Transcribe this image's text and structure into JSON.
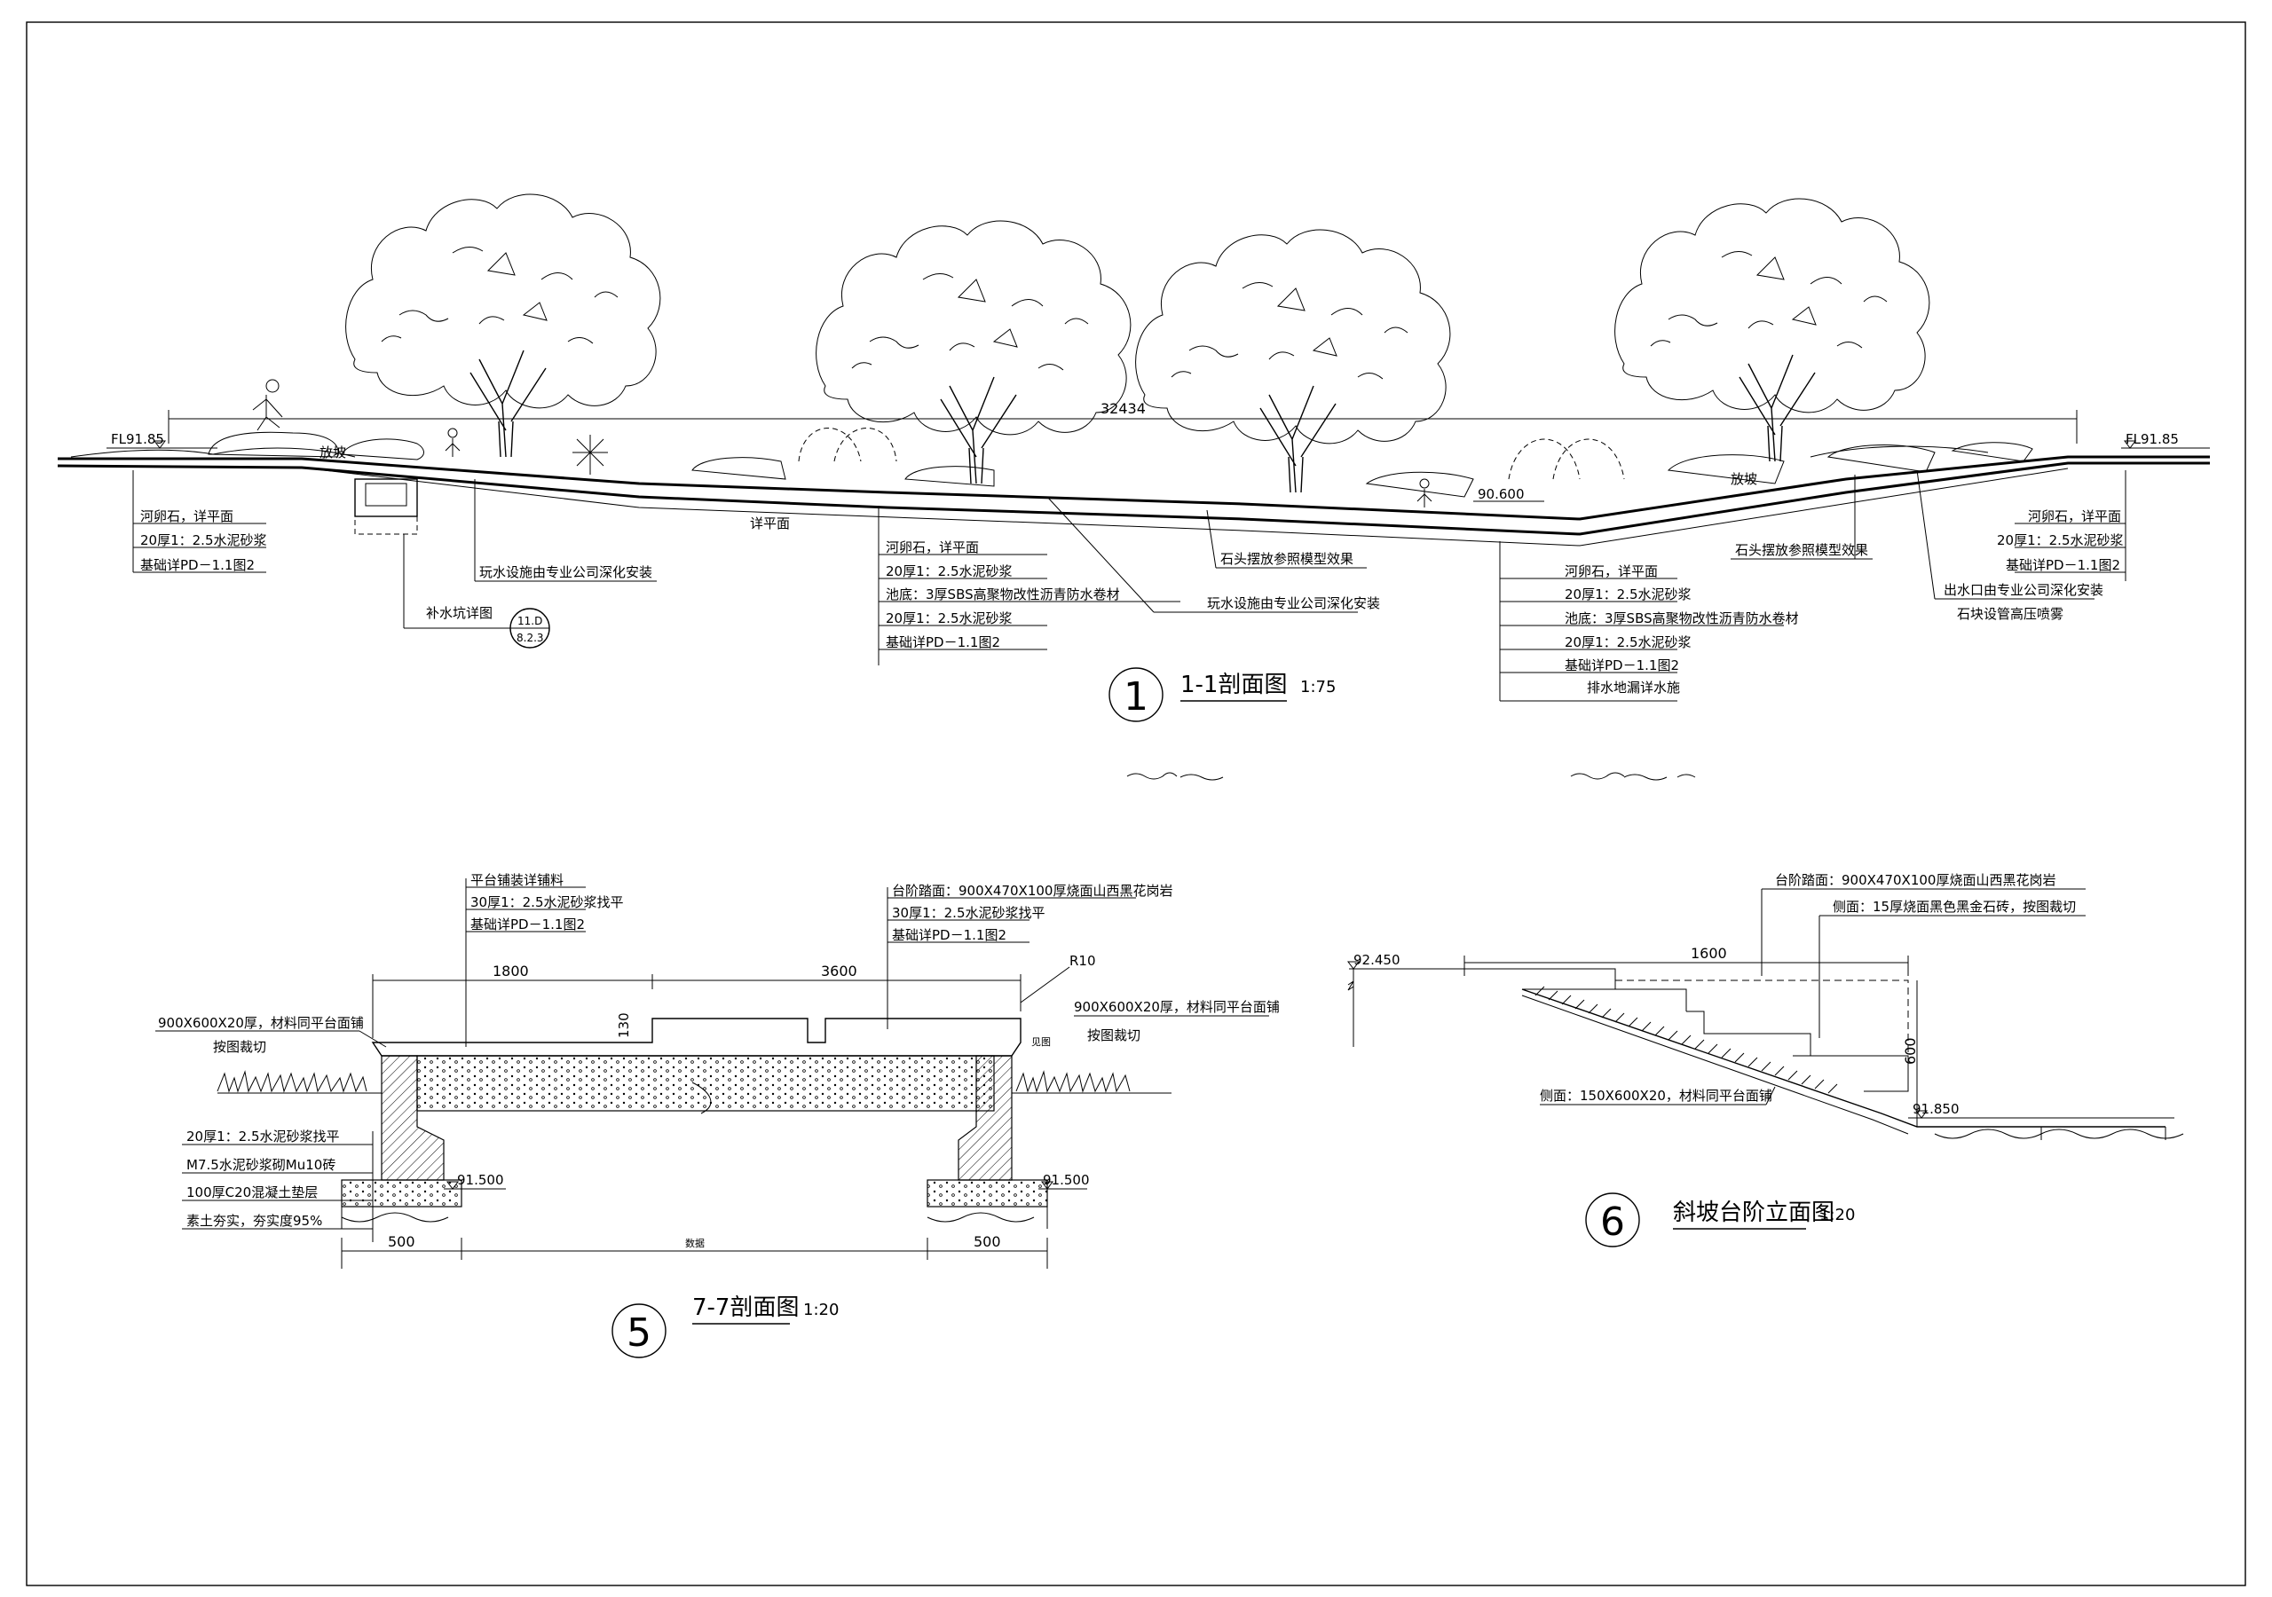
{
  "section1": {
    "number": "1",
    "title": "1-1剖面图",
    "scale": "1:75",
    "dim_total": "32434",
    "level_left": "FL91.85",
    "level_right": "FL91.85",
    "level_mid": "90.600",
    "label_slope_left": "放坡",
    "label_slope_right": "放坡",
    "label_detail_plan": "详平面",
    "notes_left": [
      "河卵石，详平面",
      "20厚1：2.5水泥砂浆",
      "基础详PD－1.1图2"
    ],
    "note_play_left": "玩水设施由专业公司深化安装",
    "note_pit": "补水坑详图",
    "pit_ref_top": "11.D",
    "pit_ref_bottom": "8.2.3",
    "notes_center": [
      "河卵石，详平面",
      "20厚1：2.5水泥砂浆",
      "池底：3厚SBS高聚物改性沥青防水卷材",
      "20厚1：2.5水泥砂浆",
      "基础详PD－1.1图2"
    ],
    "note_stone_center": "石头摆放参照模型效果",
    "note_play_center": "玩水设施由专业公司深化安装",
    "notes_right_center": [
      "河卵石，详平面",
      "20厚1：2.5水泥砂浆",
      "池底：3厚SBS高聚物改性沥青防水卷材",
      "20厚1：2.5水泥砂浆",
      "基础详PD－1.1图2",
      "排水地漏详水施"
    ],
    "note_stone_right": "石头摆放参照模型效果",
    "notes_right": [
      "河卵石，详平面",
      "20厚1：2.5水泥砂浆",
      "基础详PD－1.1图2"
    ],
    "note_outlet": "出水口由专业公司深化安装",
    "note_spray": "石块设管高压喷雾"
  },
  "section5": {
    "number": "5",
    "title": "7-7剖面图",
    "scale": "1:20",
    "dim_top_left": "1800",
    "dim_top_right": "3600",
    "dim_radius": "R10",
    "dim_130": "130",
    "dim_bottom_left": "500",
    "dim_bottom_right": "500",
    "dim_bottom_mid": "数据",
    "level_left": "91.500",
    "level_right": "91.500",
    "notes_top_left": [
      "平台铺装详铺料",
      "30厚1：2.5水泥砂浆找平",
      "基础详PD－1.1图2"
    ],
    "notes_top_right": [
      "台阶踏面：900X470X100厚烧面山西黑花岗岩",
      "30厚1：2.5水泥砂浆找平",
      "基础详PD－1.1图2"
    ],
    "note_left_a": "900X600X20厚，材料同平台面铺",
    "note_left_b": "按图裁切",
    "note_right_a": "900X600X20厚，材料同平台面铺",
    "note_right_b": "按图裁切",
    "note_right_small": "见图",
    "notes_left_bottom": [
      "20厚1：2.5水泥砂浆找平",
      "M7.5水泥砂浆砌Mu10砖",
      "100厚C20混凝土垫层",
      "素土夯实，夯实度95%"
    ]
  },
  "section6": {
    "number": "6",
    "title": "斜坡台阶立面图",
    "scale": "1:20",
    "level_top": "92.450",
    "level_bottom": "91.850",
    "dim_width": "1600",
    "dim_height": "600",
    "note_tread": "台阶踏面：900X470X100厚烧面山西黑花岗岩",
    "note_side": "侧面：15厚烧面黑色黑金石砖，按图裁切",
    "note_side_bottom": "侧面：150X600X20，材料同平台面铺"
  }
}
